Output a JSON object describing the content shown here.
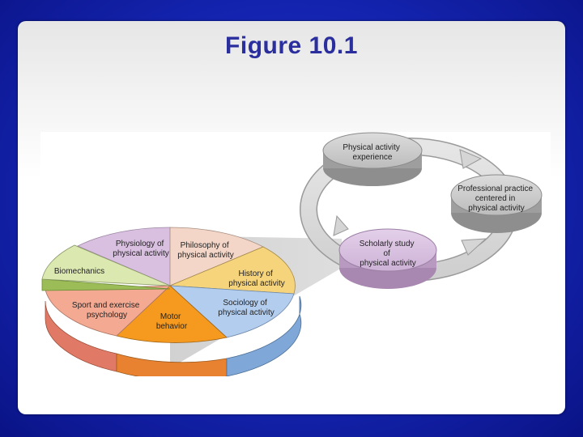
{
  "slide": {
    "title": "Figure 10.1"
  },
  "cycle": {
    "nodes": [
      {
        "lines": [
          "Physical activity",
          "experience"
        ]
      },
      {
        "lines": [
          "Professional practice",
          "centered in",
          "physical activity"
        ]
      },
      {
        "lines": [
          "Scholarly study",
          "of",
          "physical activity"
        ]
      }
    ]
  },
  "pie": {
    "segments": [
      {
        "lines": [
          "Physiology of",
          "physical activity"
        ],
        "color": "#d9bfe0"
      },
      {
        "lines": [
          "Philosophy of",
          "physical activity"
        ],
        "color": "#f3d6c7"
      },
      {
        "lines": [
          "History of",
          "physical activity"
        ],
        "color": "#f6d47c"
      },
      {
        "lines": [
          "Sociology of",
          "physical activity"
        ],
        "color": "#b3cdef"
      },
      {
        "lines": [
          "Motor",
          "behavior"
        ],
        "color": "#f59a1e"
      },
      {
        "lines": [
          "Sport and exercise",
          "psychology"
        ],
        "color": "#f4aa92"
      },
      {
        "lines": [
          "Biomechanics"
        ],
        "color": "#dbe8b0"
      }
    ]
  }
}
